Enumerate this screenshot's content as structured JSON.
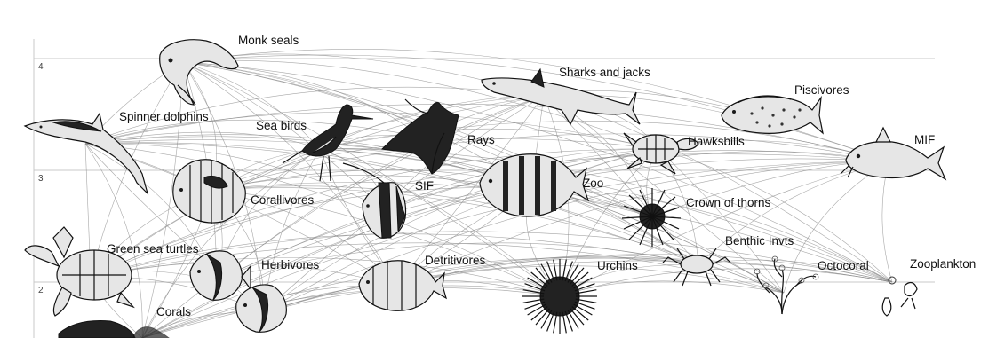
{
  "axis": {
    "ticks": [
      "4",
      "3",
      "2"
    ]
  },
  "nodes": {
    "monk_seals": "Monk seals",
    "sharks_jacks": "Sharks and jacks",
    "piscivores": "Piscivores",
    "spinner_dolphins": "Spinner dolphins",
    "sea_birds": "Sea birds",
    "rays": "Rays",
    "hawksbills": "Hawksbills",
    "mif": "MIF",
    "sif": "SIF",
    "zoo": "Zoo",
    "corallivores": "Corallivores",
    "crown_of_thorns": "Crown of thorns",
    "green_sea_turtles": "Green sea turtles",
    "benthic_invts": "Benthic Invts",
    "herbivores": "Herbivores",
    "detritivores": "Detritivores",
    "urchins": "Urchins",
    "octocoral": "Octocoral",
    "zooplankton": "Zooplankton",
    "corals": "Corals"
  },
  "icons": {
    "monk_seals": "seal-icon",
    "sharks_jacks": "shark-icon",
    "piscivores": "grouper-icon",
    "spinner_dolphins": "dolphin-icon",
    "sea_birds": "stilt-bird-icon",
    "rays": "manta-ray-icon",
    "hawksbills": "hawksbill-turtle-icon",
    "mif": "goatfish-icon",
    "sif": "moorish-idol-icon",
    "zoo": "sergeant-major-fish-icon",
    "corallivores": "butterflyfish-icon",
    "crown_of_thorns": "crown-of-thorns-starfish-icon",
    "green_sea_turtles": "green-turtle-icon",
    "benthic_invts": "crab-icon",
    "herbivores": "tang-icon",
    "detritivores": "surgeonfish-icon",
    "urchins": "sea-urchin-icon",
    "octocoral": "soft-coral-icon",
    "zooplankton": "plankton-icon",
    "corals": "coral-icon"
  },
  "colors": {
    "links": "#8a8a8a",
    "gridlines": "#c9c9c9",
    "ink": "#111111"
  }
}
